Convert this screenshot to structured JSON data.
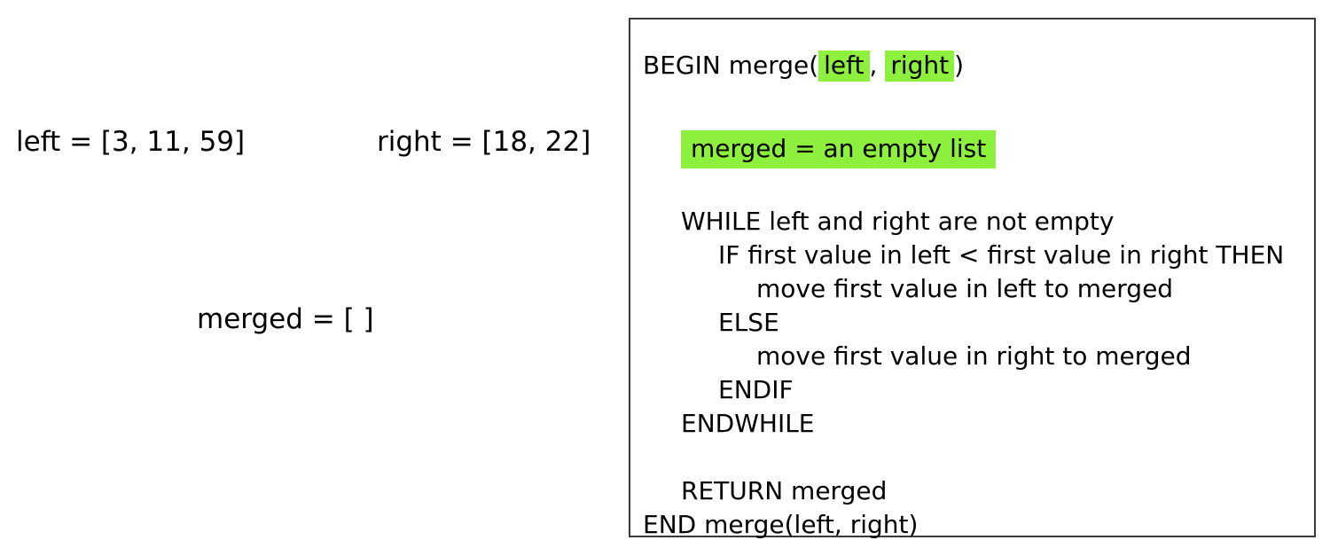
{
  "state_panel": {
    "left_var": "left = [3, 11, 59]",
    "right_var": "right = [18, 22]",
    "merged_var": "merged = [ ]"
  },
  "pseudocode": {
    "title": "merge",
    "highlight_color": "#8cf03c",
    "border_color": "#3a3a3a",
    "header": {
      "prefix": "BEGIN merge(",
      "param_1": "left",
      "separator": ",",
      "param_2": "right",
      "suffix": ")"
    },
    "lines": [
      {
        "id": "init",
        "indent": 1,
        "text": "merged = an empty list",
        "highlighted": true
      },
      {
        "id": "while",
        "indent": 1,
        "text": "WHILE left and right are not empty",
        "highlighted": false
      },
      {
        "id": "if",
        "indent": 2,
        "text": "IF first value in left < first value in right THEN",
        "highlighted": false
      },
      {
        "id": "move-left",
        "indent": 3,
        "text": "move first value in left to merged",
        "highlighted": false
      },
      {
        "id": "else",
        "indent": 2,
        "text": "ELSE",
        "highlighted": false
      },
      {
        "id": "move-right",
        "indent": 3,
        "text": "move first value in right to merged",
        "highlighted": false
      },
      {
        "id": "endif",
        "indent": 2,
        "text": "ENDIF",
        "highlighted": false
      },
      {
        "id": "endwhile",
        "indent": 1,
        "text": "ENDWHILE",
        "highlighted": false
      },
      {
        "id": "return",
        "indent": 1,
        "text": "RETURN merged",
        "highlighted": false
      },
      {
        "id": "end",
        "indent": 0,
        "text": "END merge(left, right)",
        "highlighted": false
      }
    ]
  }
}
